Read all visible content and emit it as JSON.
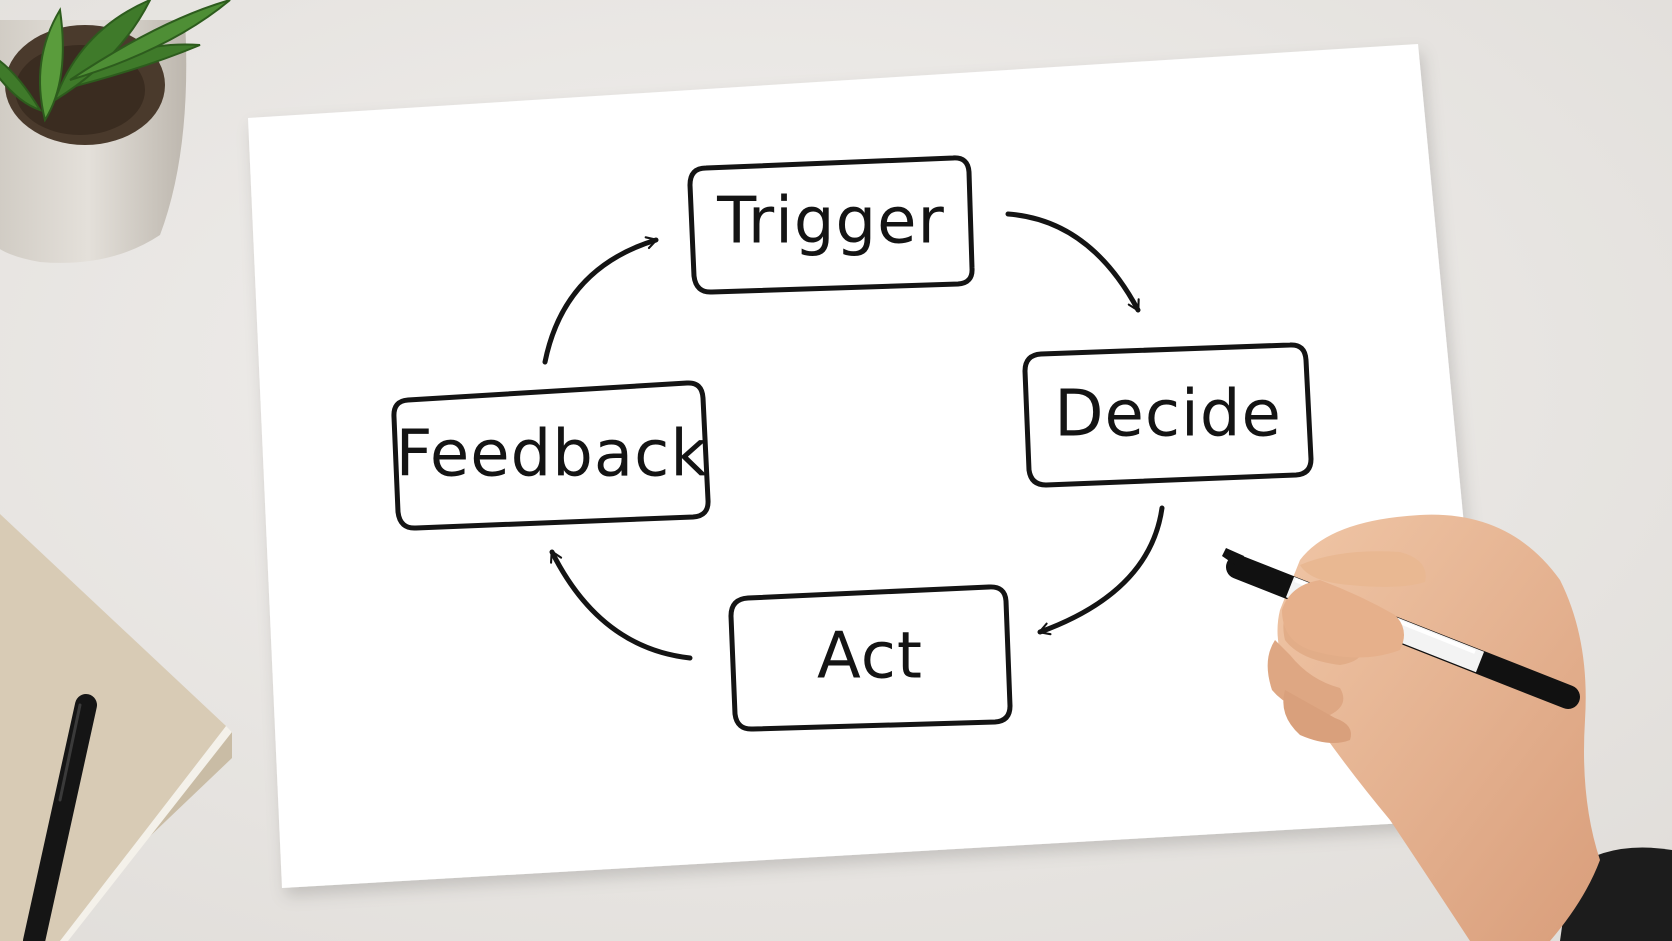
{
  "diagram": {
    "nodes": [
      {
        "id": "trigger",
        "label": "Trigger"
      },
      {
        "id": "decide",
        "label": "Decide"
      },
      {
        "id": "act",
        "label": "Act"
      },
      {
        "id": "feedback",
        "label": "Feedback"
      }
    ],
    "edges": [
      {
        "from": "trigger",
        "to": "decide"
      },
      {
        "from": "decide",
        "to": "act"
      },
      {
        "from": "act",
        "to": "feedback"
      },
      {
        "from": "feedback",
        "to": "trigger"
      }
    ]
  },
  "colors": {
    "desk": "#ebe9e6",
    "paper": "#ffffff",
    "ink": "#141414",
    "skin": "#e8b896",
    "notebook": "#d8cbb5",
    "pot": "#d9d5cf",
    "leaves": "#3f7a2a"
  }
}
